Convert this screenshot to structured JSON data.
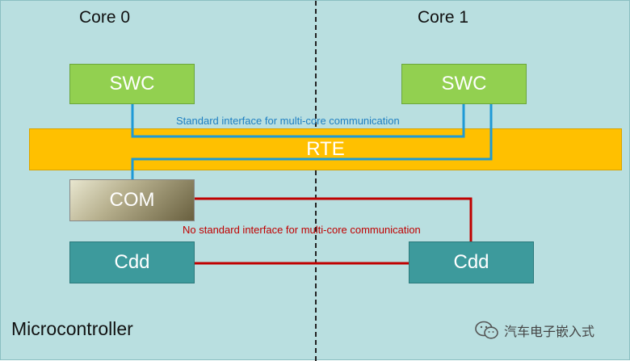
{
  "cores": {
    "left": "Core 0",
    "right": "Core 1"
  },
  "boxes": {
    "swc_left": "SWC",
    "swc_right": "SWC",
    "rte": "RTE",
    "com": "COM",
    "cdd_left": "Cdd",
    "cdd_right": "Cdd"
  },
  "captions": {
    "standard": "Standard interface for multi-core communication",
    "no_standard": "No standard interface for multi-core communication"
  },
  "footer": {
    "microcontroller": "Microcontroller",
    "watermark": "汽车电子嵌入式",
    "watermark_icon": "wechat-icon"
  },
  "colors": {
    "background": "#b9dfe0",
    "swc": "#92d050",
    "rte": "#ffc000",
    "cdd": "#3d9a9c",
    "standard_link": "#1e9ad6",
    "no_standard_link": "#c00000"
  }
}
